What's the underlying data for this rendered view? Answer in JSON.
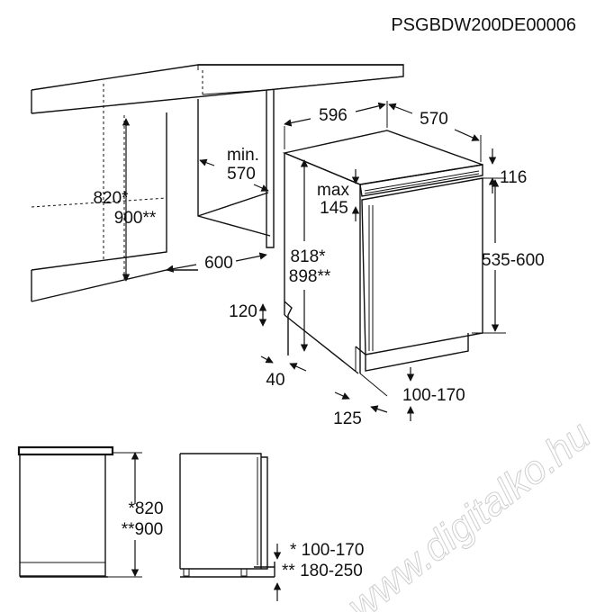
{
  "model_code": "PSGBDW200DE00006",
  "watermark": "www.digitalko.hu",
  "top_view": {
    "width": "596",
    "depth": "570",
    "top_gap": "116",
    "max_label_1": "max",
    "max_label_2": "145",
    "niche_height_1": "820*",
    "niche_height_2": "900**",
    "appliance_height_1": "818*",
    "appliance_height_2": "898**",
    "min_label_1": "min.",
    "min_label_2": "570",
    "niche_width": "600",
    "door_height": "535-600",
    "plinth_height": "120",
    "plinth_depth": "40",
    "plinth_setback": "125",
    "plinth_range": "100-170"
  },
  "side_view": {
    "height_1": "*820",
    "height_2": "**900",
    "foot_1": "* 100-170",
    "foot_2": "** 180-250"
  },
  "colors": {
    "line": "#111111",
    "watermark": "#cfcfcf"
  }
}
